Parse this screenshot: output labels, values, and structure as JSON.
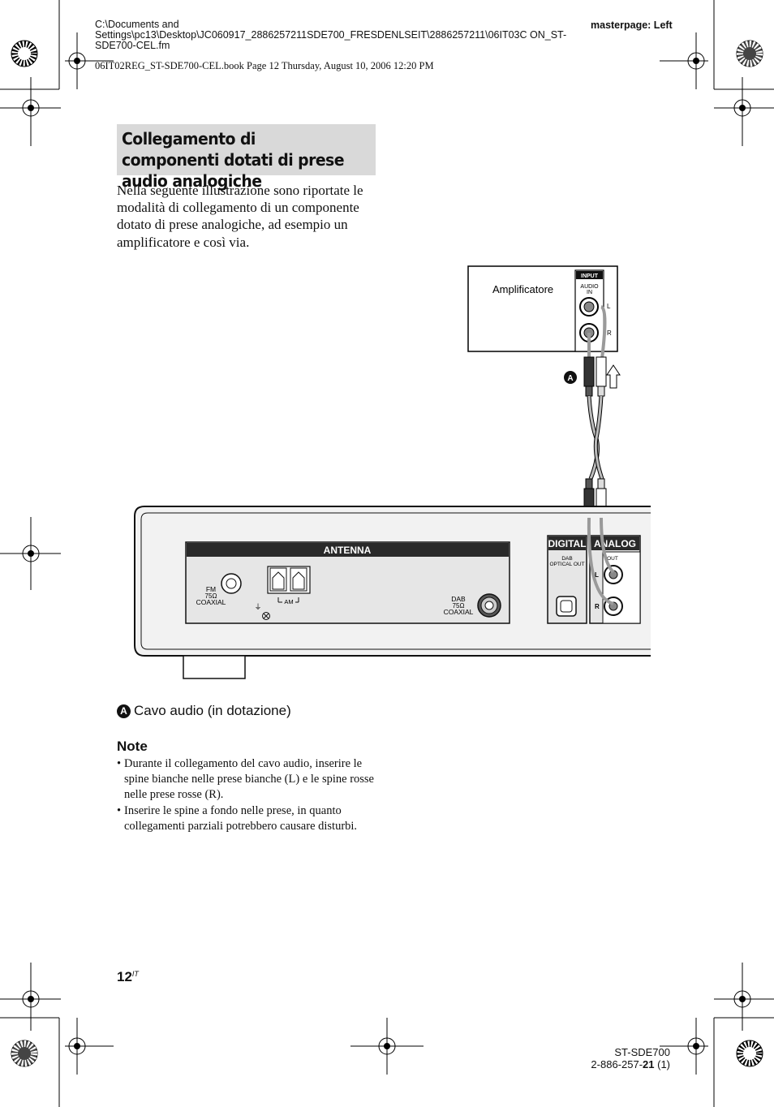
{
  "header": {
    "file_path": "C:\\Documents and Settings\\pc13\\Desktop\\JC060917_2886257211SDE700_FRESDENLSEIT\\2886257211\\06IT03C ON_ST-SDE700-CEL.fm",
    "masterpage": "masterpage: Left",
    "book_info": "06IT02REG_ST-SDE700-CEL.book  Page 12  Thursday, August 10, 2006  12:20 PM"
  },
  "section": {
    "title": "Collegamento di componenti dotati di prese audio analogiche",
    "intro": "Nella seguente illustrazione sono riportate le modalità di collegamento di un componente dotato di prese analogiche, ad esempio un amplificatore e così via."
  },
  "figure": {
    "amplifier_label": "Amplificatore",
    "input_label": "INPUT",
    "audio_in_label_1": "AUDIO",
    "audio_in_label_2": "IN",
    "l_label": "L",
    "r_label": "R",
    "callout_letter": "A",
    "antenna_label": "ANTENNA",
    "fm_label_1": "FM",
    "fm_label_2": "75Ω",
    "fm_label_3": "COAXIAL",
    "am_label": "AM",
    "dab_label_1": "DAB",
    "dab_label_2": "75Ω",
    "dab_label_3": "COAXIAL",
    "digital_label": "DIGITAL",
    "analog_label": "ANALOG",
    "optical_label_1": "DAB",
    "optical_label_2": "OPTICAL OUT",
    "out_label": "OUT"
  },
  "legend": {
    "letter": "A",
    "text": "Cavo audio (in dotazione)"
  },
  "notes": {
    "title": "Note",
    "items": [
      "Durante il collegamento del cavo audio, inserire le spine bianche nelle prese bianche (L) e le spine rosse nelle prese rosse (R).",
      "Inserire le spine a fondo nelle prese, in quanto collegamenti parziali potrebbero causare disturbi."
    ]
  },
  "footer": {
    "page_number": "12",
    "page_suffix": "IT",
    "model": "ST-SDE700",
    "code_prefix": "2-886-257-",
    "code_bold": "21",
    "code_suffix": " (1)"
  },
  "colors": {
    "title_background": "#d9d9d9",
    "cable_grey": "#9a9a9a",
    "panel_dark": "#2a2a2a"
  }
}
